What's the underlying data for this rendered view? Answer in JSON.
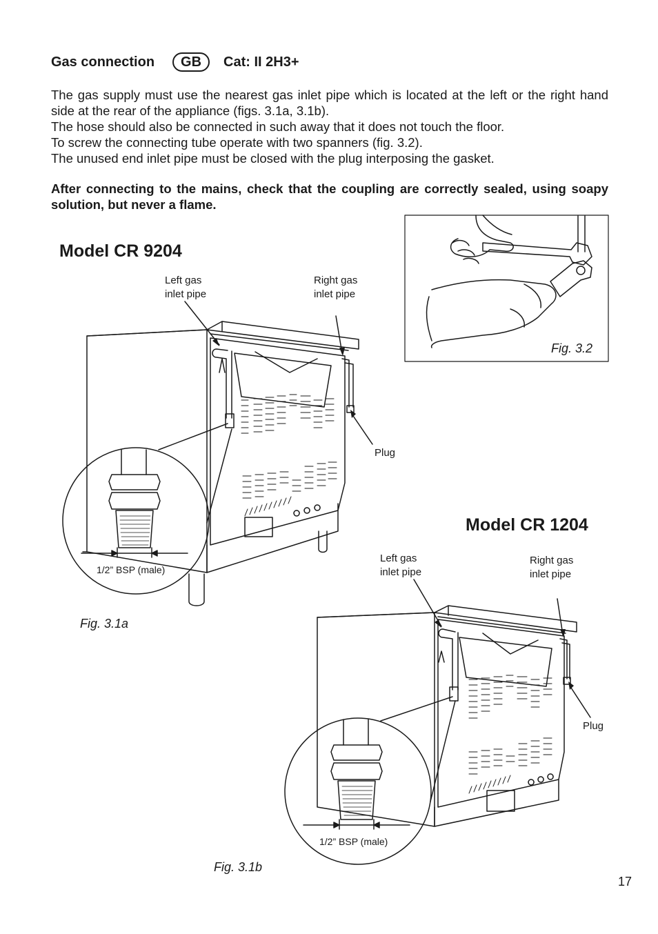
{
  "header": {
    "title": "Gas connection",
    "country_badge": "GB",
    "category": "Cat: II 2H3+"
  },
  "paragraphs": [
    "The gas supply must use the nearest gas inlet pipe which is located at the left or the right hand side at the rear of the appliance (figs. 3.1a, 3.1b).",
    "The hose should also be connected in such away that it does not touch the floor.",
    "To screw the connecting tube operate with two spanners (fig. 3.2).",
    "The unused end inlet pipe must be closed with the plug interposing the gasket."
  ],
  "warning": "After connecting to the mains, check that the coupling are correctly sealed, using soapy solution, but never a flame.",
  "figure_a": {
    "model": "Model CR 9204",
    "left_label_1": "Left gas",
    "left_label_2": "inlet pipe",
    "right_label_1": "Right gas",
    "right_label_2": "inlet pipe",
    "plug": "Plug",
    "thread": "1/2” BSP (male)",
    "caption": "Fig. 3.1a"
  },
  "figure_b": {
    "model": "Model CR 1204",
    "left_label_1": "Left gas",
    "left_label_2": "inlet pipe",
    "right_label_1": "Right gas",
    "right_label_2": "inlet pipe",
    "plug": "Plug",
    "thread": "1/2” BSP (male)",
    "caption": "Fig. 3.1b"
  },
  "figure_c": {
    "caption": "Fig. 3.2"
  },
  "page_number": "17"
}
